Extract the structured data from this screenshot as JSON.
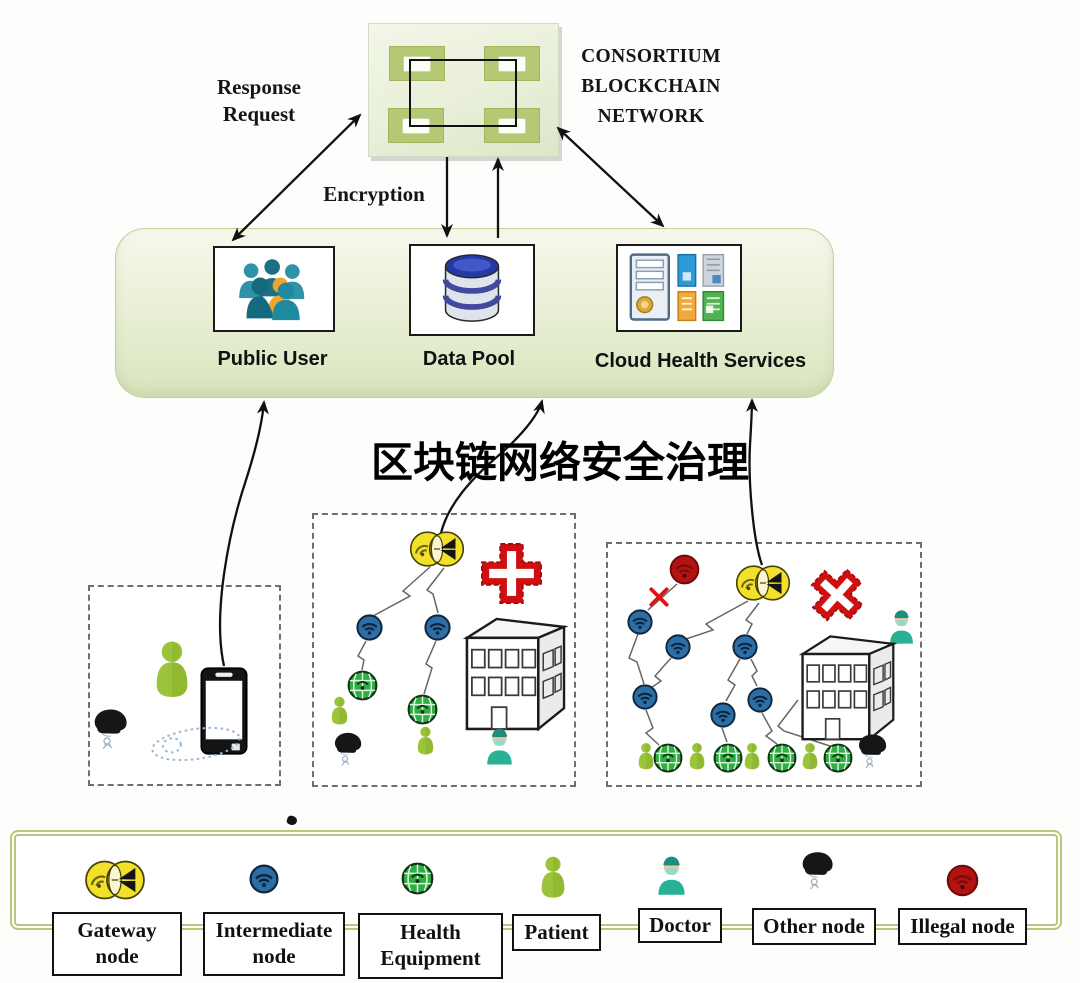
{
  "page_title": "区块链网络安全治理",
  "consortium": {
    "label": "CONSORTIUM\nBLOCKCHAIN\nNETWORK"
  },
  "annotations": {
    "response_request": "Response\nRequest",
    "encryption": "Encryption"
  },
  "platform": {
    "public_user": {
      "label": "Public User",
      "icon": "people-group-icon"
    },
    "data_pool": {
      "label": "Data Pool",
      "icon": "database-icon"
    },
    "cloud_health": {
      "label": "Cloud Health Services",
      "icon": "server-rack-icon"
    }
  },
  "legend": {
    "items": [
      {
        "id": "gateway-node",
        "label": "Gateway\nnode",
        "icon": "gateway-node-icon"
      },
      {
        "id": "intermediate-node",
        "label": "Intermediate\nnode",
        "icon": "intermediate-node-icon"
      },
      {
        "id": "health-equipment",
        "label": "Health\nEquipment",
        "icon": "health-equipment-icon"
      },
      {
        "id": "patient",
        "label": "Patient",
        "icon": "patient-icon"
      },
      {
        "id": "doctor",
        "label": "Doctor",
        "icon": "doctor-icon"
      },
      {
        "id": "other-node",
        "label": "Other node",
        "icon": "other-node-icon"
      },
      {
        "id": "illegal-node",
        "label": "Illegal node",
        "icon": "illegal-node-icon"
      }
    ]
  },
  "colors": {
    "gateway_yellow": "#f2e02a",
    "intermediate_blue": "#2c6ea6",
    "health_green": "#2fae44",
    "patient_green": "#9cc43a",
    "doctor_teal": "#2ab095",
    "illegal_red": "#b51212",
    "cross_red": "#d01010",
    "platform_green": "#dde9c3",
    "block_green": "#b5c873"
  }
}
